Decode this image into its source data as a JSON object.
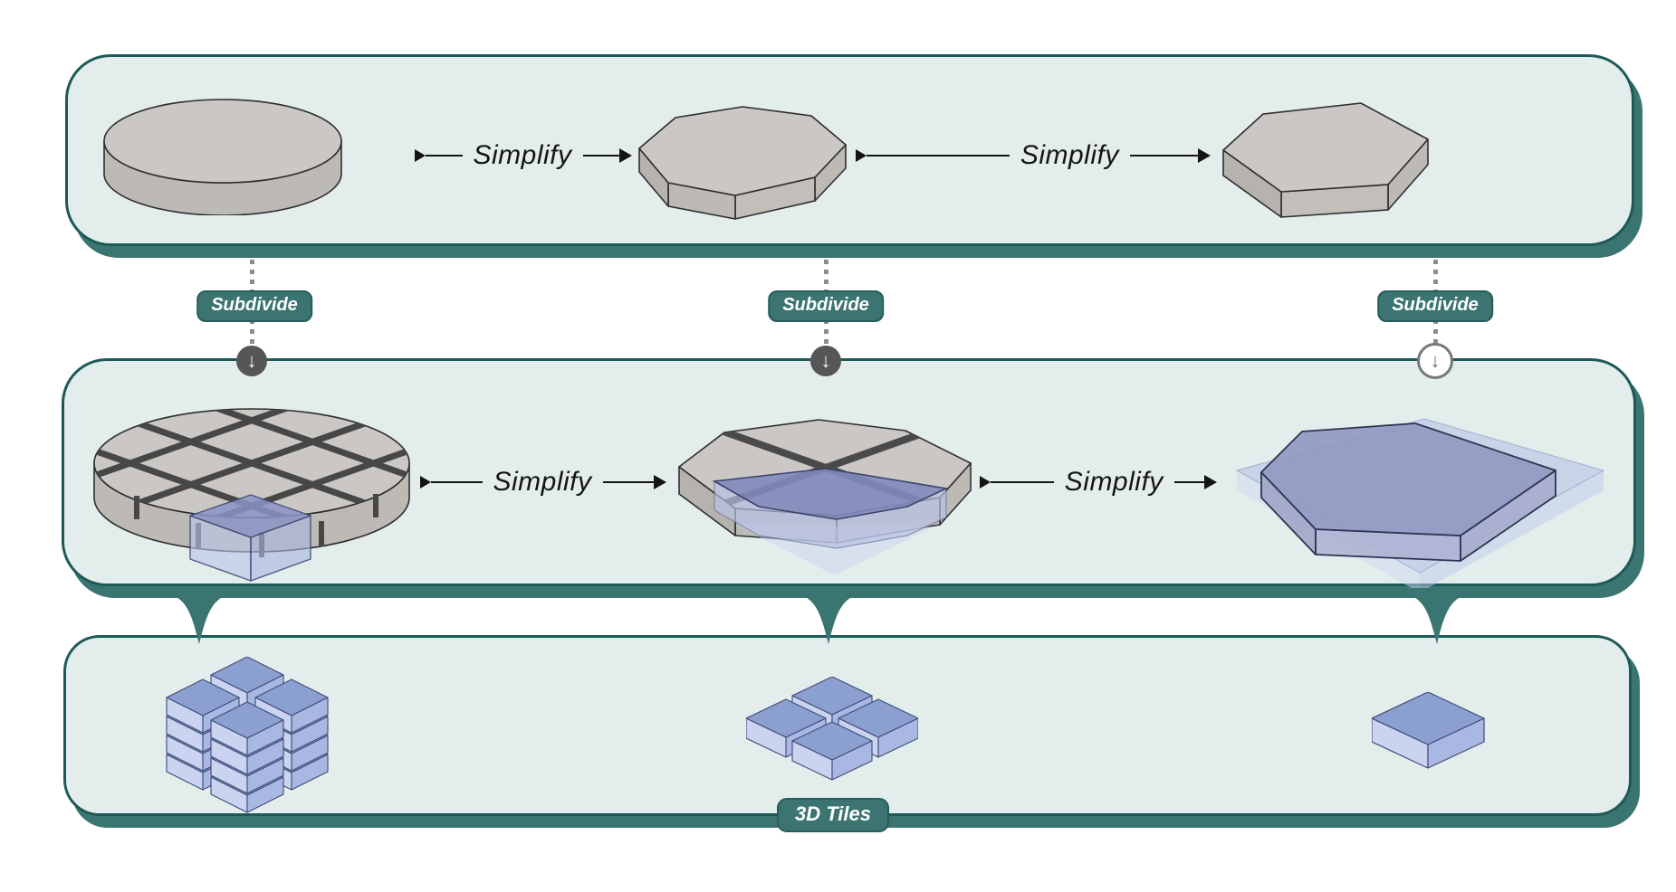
{
  "diagram": {
    "arrows": [
      {
        "label": "Simplify"
      },
      {
        "label": "Simplify"
      },
      {
        "label": "Simplify"
      },
      {
        "label": "Simplify"
      }
    ],
    "badges": [
      {
        "label": "Subdivide"
      },
      {
        "label": "Subdivide"
      },
      {
        "label": "Subdivide"
      }
    ],
    "footer_badge": {
      "label": "3D Tiles"
    },
    "icons": {
      "down_arrow_glyph": "↓"
    },
    "rows": {
      "top": [
        "disk-model",
        "octagon-disk-model",
        "hexagon-disk-model"
      ],
      "middle": [
        "subdivided-disk-model",
        "quadrant-disk-model",
        "hexagon-with-tile-model"
      ],
      "bottom": [
        "tile-stack-3d",
        "tile-grid-2x2",
        "single-tile-3d"
      ]
    },
    "colors": {
      "panel_fill": "#e3eeec",
      "panel_border": "#1d5a57",
      "panel_shadow": "#3a7572",
      "badge_fill": "#3b7470",
      "gray_top": "#cac7c4",
      "gray_side": "#bdbab6",
      "gap_dark": "#474747",
      "blue_top": "#8ba0d0",
      "blue_side_light": "#cad3f0",
      "blue_side_dark": "#a9b8e3",
      "highlight_blue": "#8b94c5"
    }
  }
}
